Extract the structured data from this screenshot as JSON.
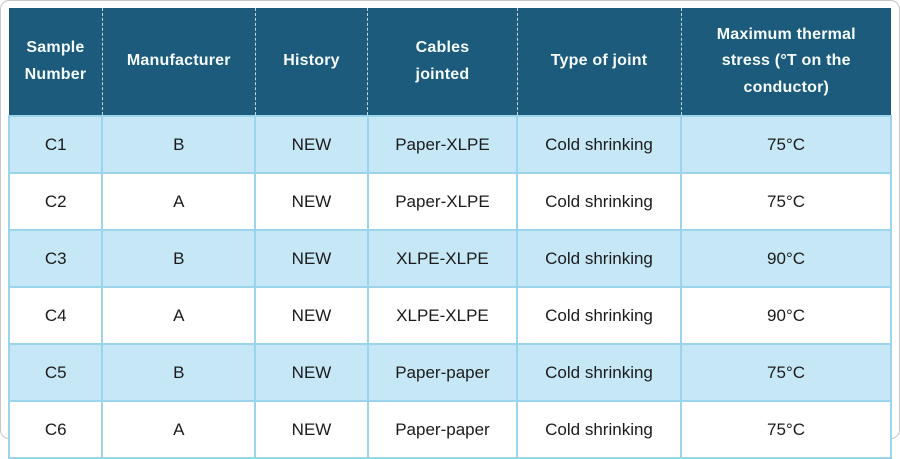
{
  "table": {
    "columns": [
      "Sample\nNumber",
      "Manufacturer",
      "History",
      "Cables\njointed",
      "Type of joint",
      "Maximum thermal\nstress (°T on the\nconductor)"
    ],
    "rows": [
      [
        "C1",
        "B",
        "NEW",
        "Paper-XLPE",
        "Cold shrinking",
        "75°C"
      ],
      [
        "C2",
        "A",
        "NEW",
        "Paper-XLPE",
        "Cold shrinking",
        "75°C"
      ],
      [
        "C3",
        "B",
        "NEW",
        "XLPE-XLPE",
        "Cold shrinking",
        "90°C"
      ],
      [
        "C4",
        "A",
        "NEW",
        "XLPE-XLPE",
        "Cold shrinking",
        "90°C"
      ],
      [
        "C5",
        "B",
        "NEW",
        "Paper-paper",
        "Cold shrinking",
        "75°C"
      ],
      [
        "C6",
        "A",
        "NEW",
        "Paper-paper",
        "Cold shrinking",
        "75°C"
      ]
    ],
    "colors": {
      "header_bg": "#1c5b7b",
      "header_text": "#f6fbfd",
      "row_alt_bg": "#c6e7f6",
      "row_bg": "#ffffff",
      "cell_border": "#9bd4ed",
      "body_text": "#1b1b1b",
      "outer_border": "#c6c6c6"
    }
  },
  "chart_data": {
    "type": "table",
    "title": "",
    "columns": [
      "Sample Number",
      "Manufacturer",
      "History",
      "Cables jointed",
      "Type of joint",
      "Maximum thermal stress (°T on the conductor)"
    ],
    "rows": [
      [
        "C1",
        "B",
        "NEW",
        "Paper-XLPE",
        "Cold shrinking",
        "75°C"
      ],
      [
        "C2",
        "A",
        "NEW",
        "Paper-XLPE",
        "Cold shrinking",
        "75°C"
      ],
      [
        "C3",
        "B",
        "NEW",
        "XLPE-XLPE",
        "Cold shrinking",
        "90°C"
      ],
      [
        "C4",
        "A",
        "NEW",
        "XLPE-XLPE",
        "Cold shrinking",
        "90°C"
      ],
      [
        "C5",
        "B",
        "NEW",
        "Paper-paper",
        "Cold shrinking",
        "75°C"
      ],
      [
        "C6",
        "A",
        "NEW",
        "Paper-paper",
        "Cold shrinking",
        "75°C"
      ]
    ],
    "layout_hints": {
      "header_style": "dark-teal with dashed white separators",
      "row_banding": "odd rows light blue, even rows white",
      "alignment": "center"
    }
  }
}
